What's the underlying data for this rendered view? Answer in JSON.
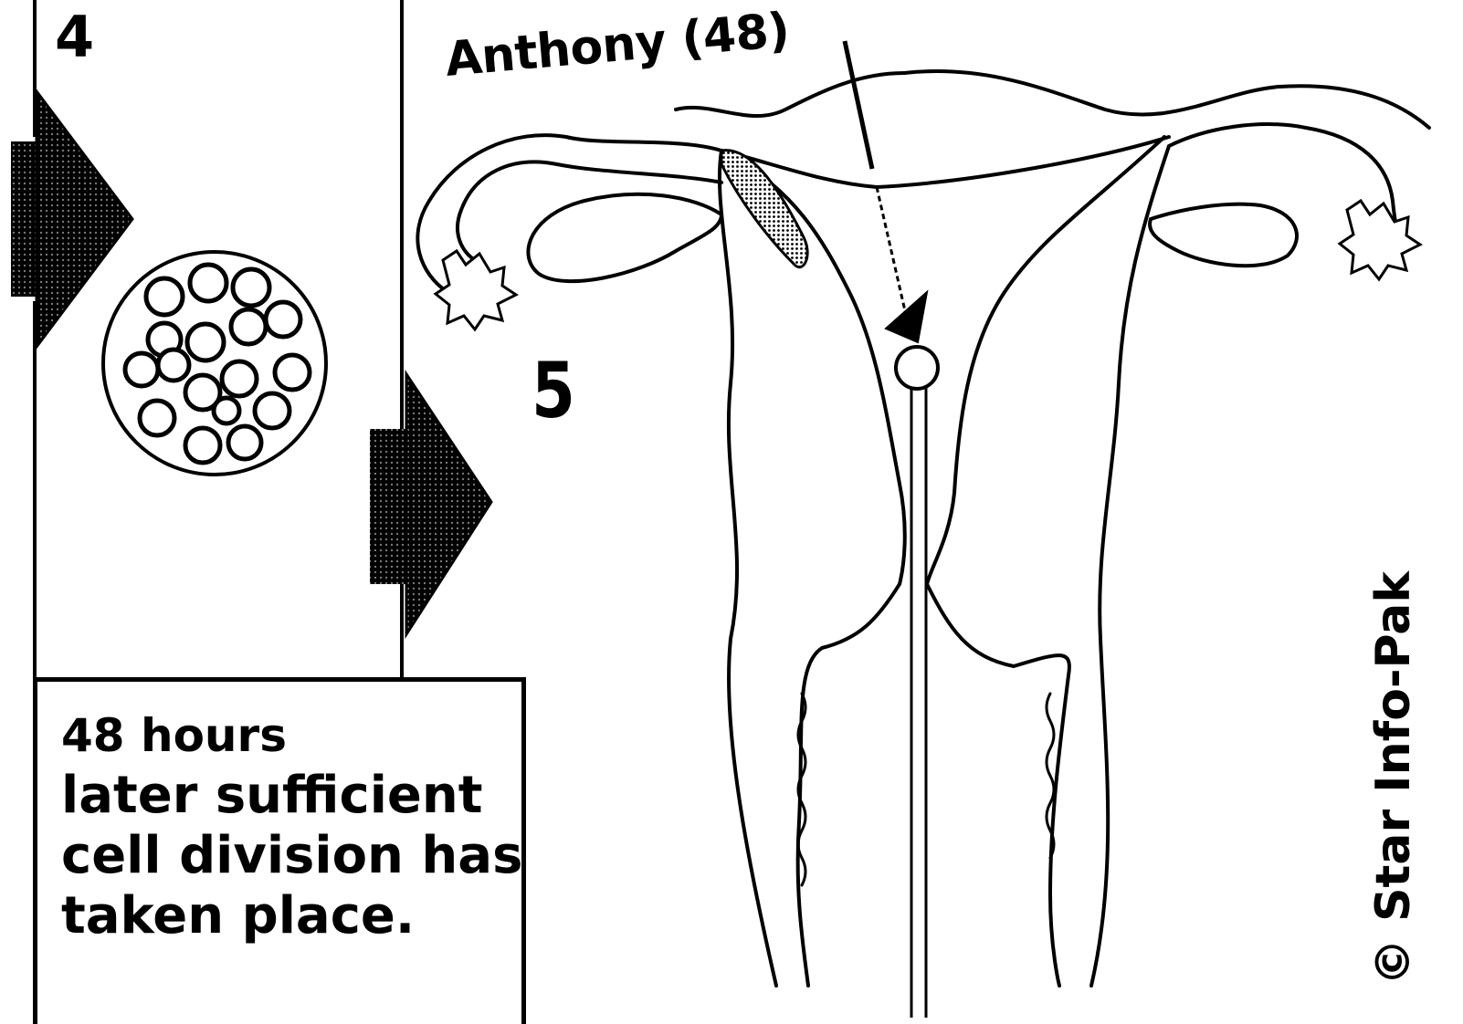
{
  "labels": {
    "panel_four": "4",
    "panel_five": "5",
    "anthony": "Anthony (48)",
    "copyright": "© Star Info-Pak"
  },
  "caption": {
    "line1": "48 hours",
    "line2": "later sufficient",
    "line3": "cell division has",
    "line4": "taken place."
  }
}
